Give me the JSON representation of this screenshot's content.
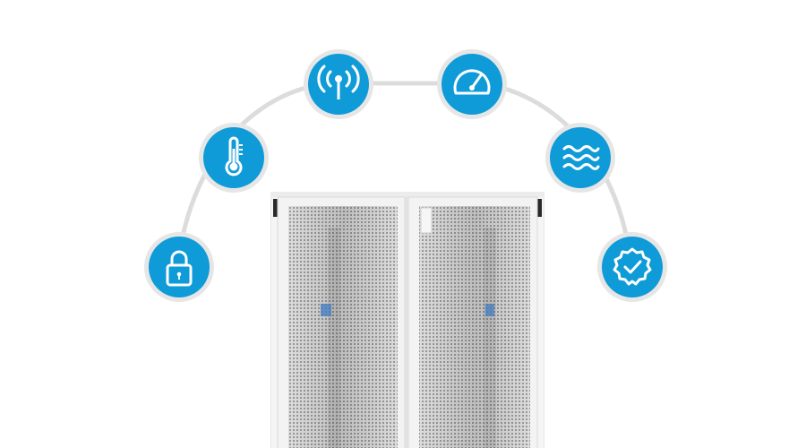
{
  "scene": {
    "background": "#ffffff",
    "arc_color": "#dcdcdc",
    "icon_bg": "#0e9bd8",
    "icon_ring": "#e6e6e6",
    "icon_fg": "#ffffff"
  },
  "features": [
    {
      "id": "security",
      "icon": "padlock-icon"
    },
    {
      "id": "temperature",
      "icon": "thermometer-icon"
    },
    {
      "id": "connectivity",
      "icon": "wireless-antenna-icon"
    },
    {
      "id": "performance",
      "icon": "speedometer-icon"
    },
    {
      "id": "airflow",
      "icon": "wavy-lines-icon"
    },
    {
      "id": "certification",
      "icon": "badge-check-icon"
    }
  ],
  "product": {
    "name": "server-rack-cabinet",
    "doors": 2,
    "door_style": "perforated",
    "color": "#f4f4f4"
  }
}
